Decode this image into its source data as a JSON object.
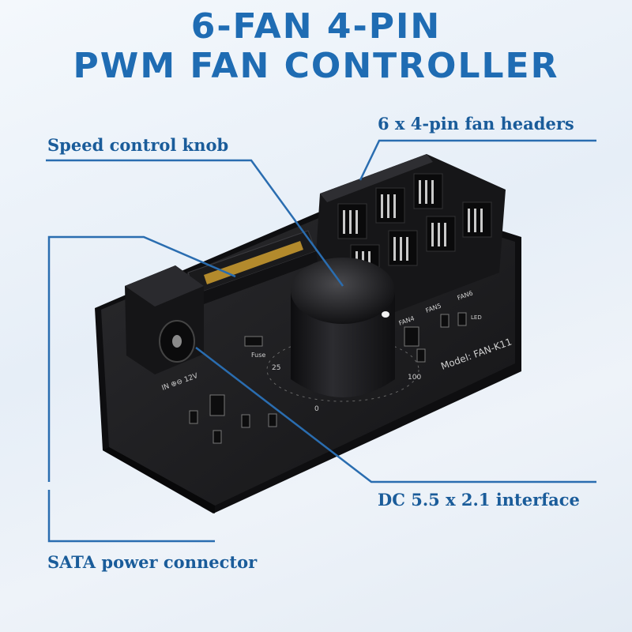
{
  "title": {
    "line1": "6-FAN 4-PIN",
    "line2": "PWM FAN CONTROLLER"
  },
  "callouts": {
    "fan_headers": "6 x 4-pin fan headers",
    "speed_knob": "Speed control knob",
    "dc_interface": "DC 5.5 x 2.1 interface",
    "sata": "SATA power connector"
  },
  "board": {
    "model": "Model: FAN-K11",
    "fan_labels": [
      "FAN4",
      "FAN5",
      "FAN6"
    ],
    "fuse_label": "Fuse",
    "power_label": "IN ⊕⊖ 12V",
    "led_label": "LED",
    "dial_min": "0",
    "dial_mid": "25",
    "dial_max": "100"
  },
  "colors": {
    "title": "#1f6cb3",
    "callout_text": "#1a5c9a",
    "callout_line": "#2a6db0",
    "board": "#1b1b1d"
  }
}
